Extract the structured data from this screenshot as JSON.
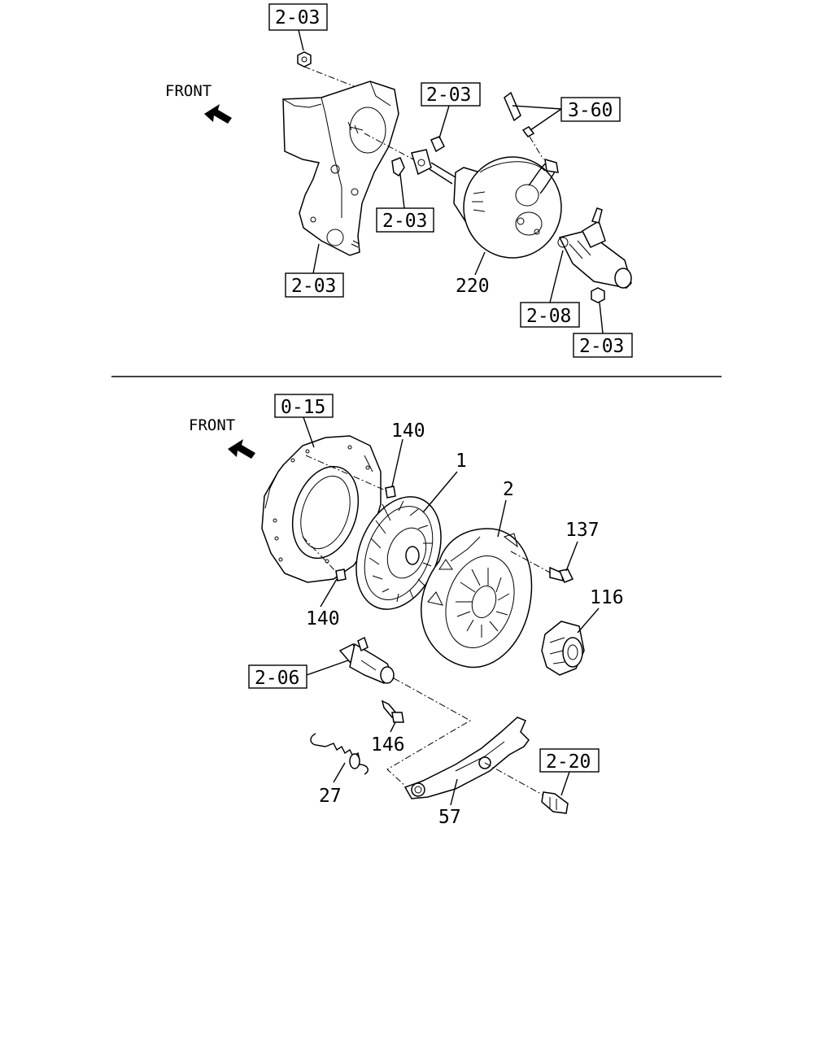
{
  "upper": {
    "front_label": "FRONT",
    "refs": [
      "2-03",
      "2-03",
      "3-60",
      "2-03",
      "2-03",
      "2-08",
      "2-03"
    ],
    "part_numbers": [
      "220"
    ]
  },
  "lower": {
    "front_label": "FRONT",
    "refs": [
      "0-15",
      "2-06",
      "2-20"
    ],
    "part_numbers": [
      "140",
      "1",
      "2",
      "137",
      "116",
      "140",
      "146",
      "27",
      "57"
    ]
  }
}
